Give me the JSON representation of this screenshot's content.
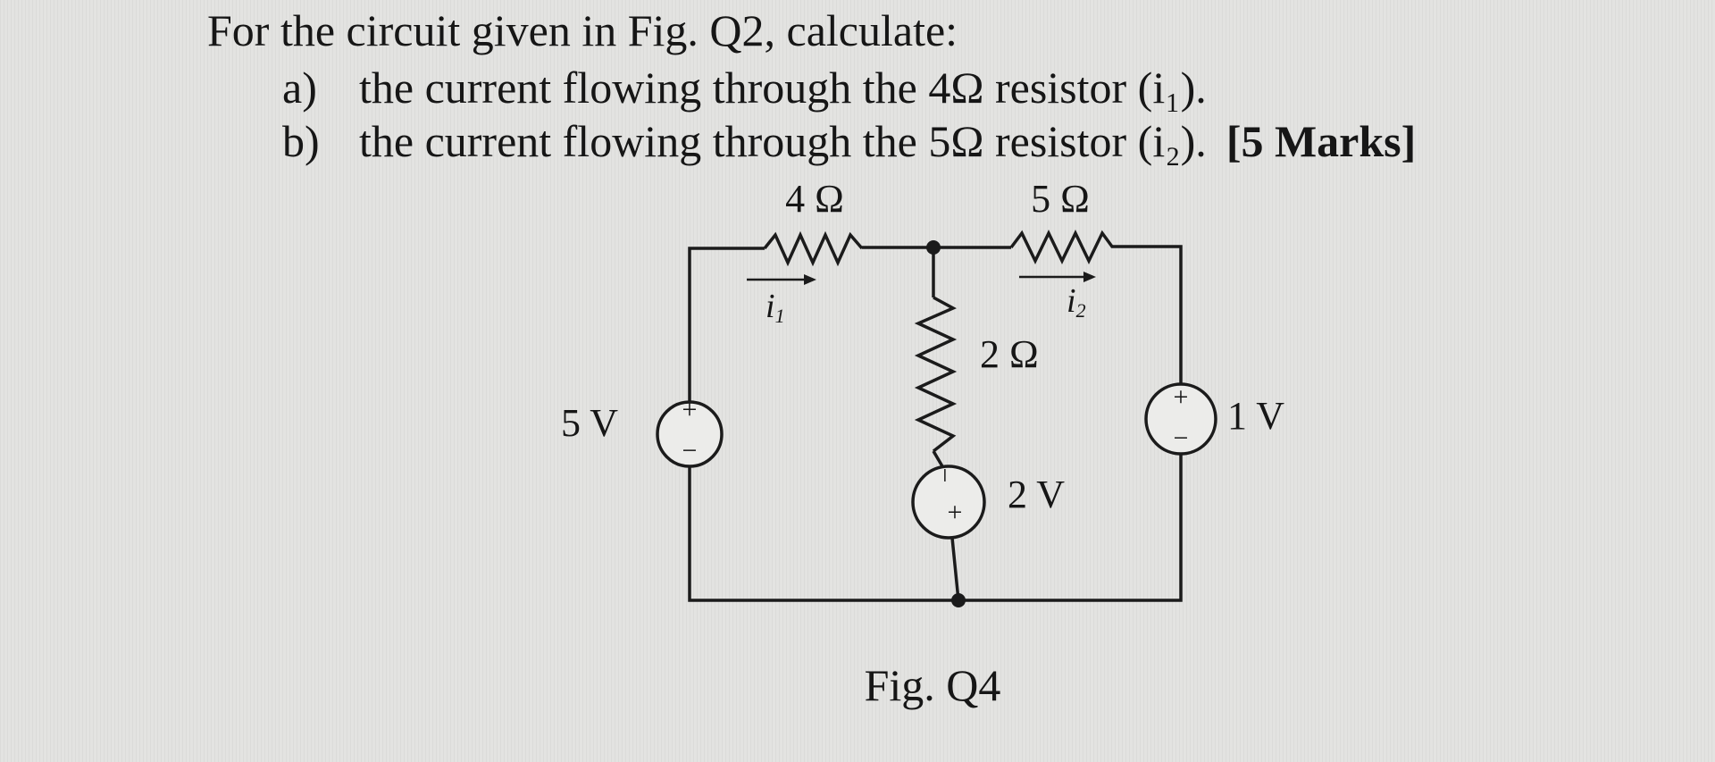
{
  "question": {
    "intro": "For the circuit given in Fig. Q2, calculate:",
    "parts": [
      {
        "label": "a)",
        "text": "the current flowing through the 4Ω resistor (i₁)."
      },
      {
        "label": "b)",
        "text": "the current flowing through the 5Ω resistor (i₂).",
        "marks": "[5 Marks]"
      }
    ]
  },
  "circuit": {
    "resistors": {
      "r1": "4 Ω",
      "r2": "5 Ω",
      "r3": "2 Ω"
    },
    "sources": {
      "v1": "5 V",
      "v2": "2 V",
      "v3": "1 V"
    },
    "currents": {
      "i1": "i",
      "i1_sub": "1",
      "i2": "i",
      "i2_sub": "2"
    },
    "polarity": {
      "plus": "+",
      "minus": "−"
    },
    "caption": "Fig. Q4"
  }
}
